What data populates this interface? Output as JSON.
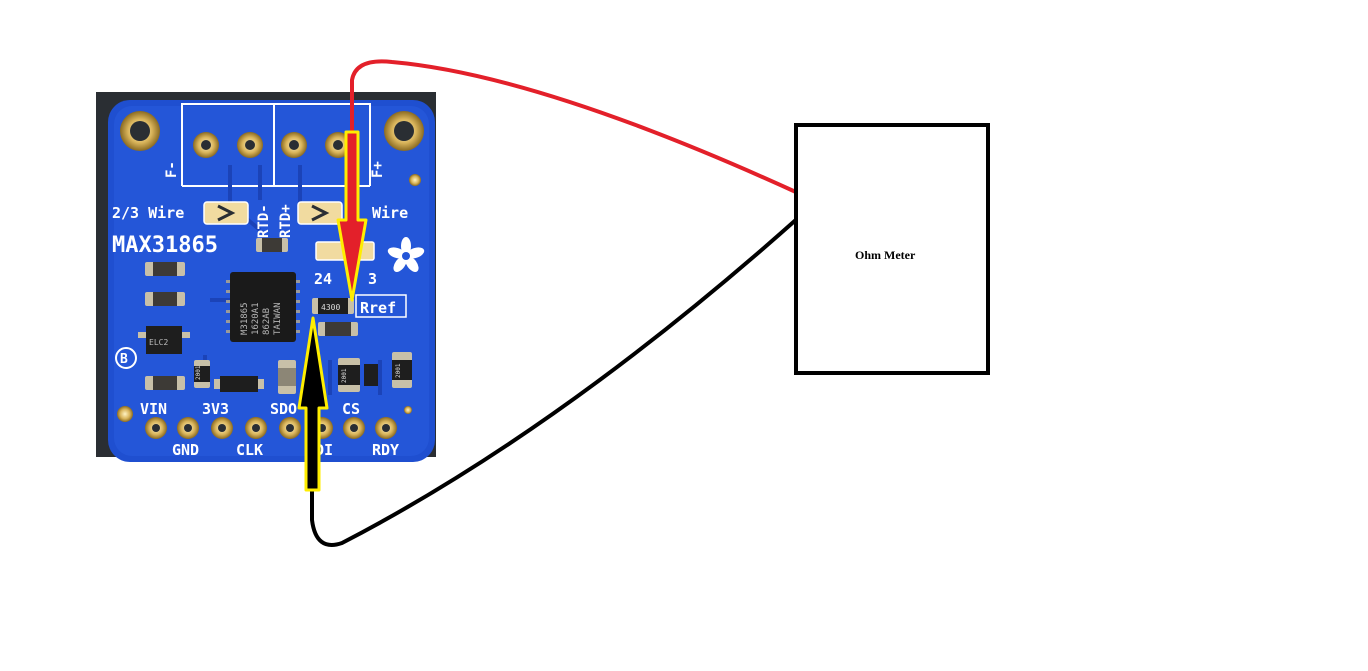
{
  "board": {
    "chip_name": "MAX31865",
    "wire_mode_left": "2/3 Wire",
    "wire_mode_right": "Wire",
    "terminal_f_minus": "F-",
    "terminal_f_plus": "F+",
    "terminal_rtd_minus": "RTD-",
    "terminal_rtd_plus": "RTD+",
    "jumper_label_a": "24",
    "jumper_label_b": "3",
    "rref_label": "Rref",
    "rref_value": "4300",
    "ic_markings": [
      "M31865",
      "1620A1",
      "862AB",
      "TAIWAN"
    ],
    "resistor_code": "2001",
    "regulator_code": "ELC2",
    "brand_badge": "B",
    "pins_top": [
      "VIN",
      "3V3",
      "SDO",
      "CS"
    ],
    "pins_bottom": [
      "GND",
      "CLK",
      "SDI",
      "RDY"
    ]
  },
  "ohm_meter": {
    "label": "Ohm Meter"
  },
  "colors": {
    "board_blue": "#1f4fd0",
    "red_wire": "#e3202a",
    "black_wire": "#000000",
    "arrow_outline": "#ffee00"
  }
}
